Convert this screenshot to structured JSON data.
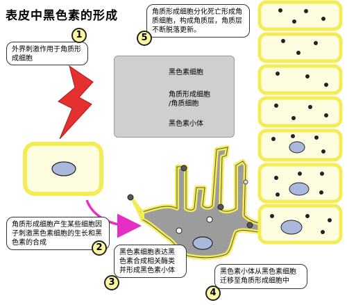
{
  "title": "表皮中黑色素的形成",
  "steps": [
    {
      "num": "1",
      "text": "外界刺激作用于角质形成细胞"
    },
    {
      "num": "2",
      "text": "角质形成细胞产生某些细胞因子刺激黑色素细胞的生长和黑色素的合成"
    },
    {
      "num": "3",
      "text": "黑色素细胞表达黑色素合成相关酶类并形成黑色素小体"
    },
    {
      "num": "4",
      "text": "黑色素小体从黑色素细胞迁移至角质形成细胞中"
    },
    {
      "num": "5",
      "text": "角质形成细胞分化死亡形成角质细胞，构成角质层，角质层不断脱落更新。"
    }
  ],
  "legend": {
    "melanocyte": "黑色素细胞",
    "keratinocyte_l1": "角质形成细胞",
    "keratinocyte_l2": "/角质细胞",
    "melanosome": "黑色素小体"
  },
  "colors": {
    "cell_fill": "#fffde0",
    "cell_border": "#f4ec55",
    "nucleus": "#aab8dd",
    "melanocyte": "#9c9c9c",
    "lightning": "#e53030",
    "arrow": "#e62ec4",
    "badge": "#fff8a0"
  },
  "icons": {
    "stimulus": "lightning-bolt-icon",
    "transition": "curved-arrow-icon"
  }
}
